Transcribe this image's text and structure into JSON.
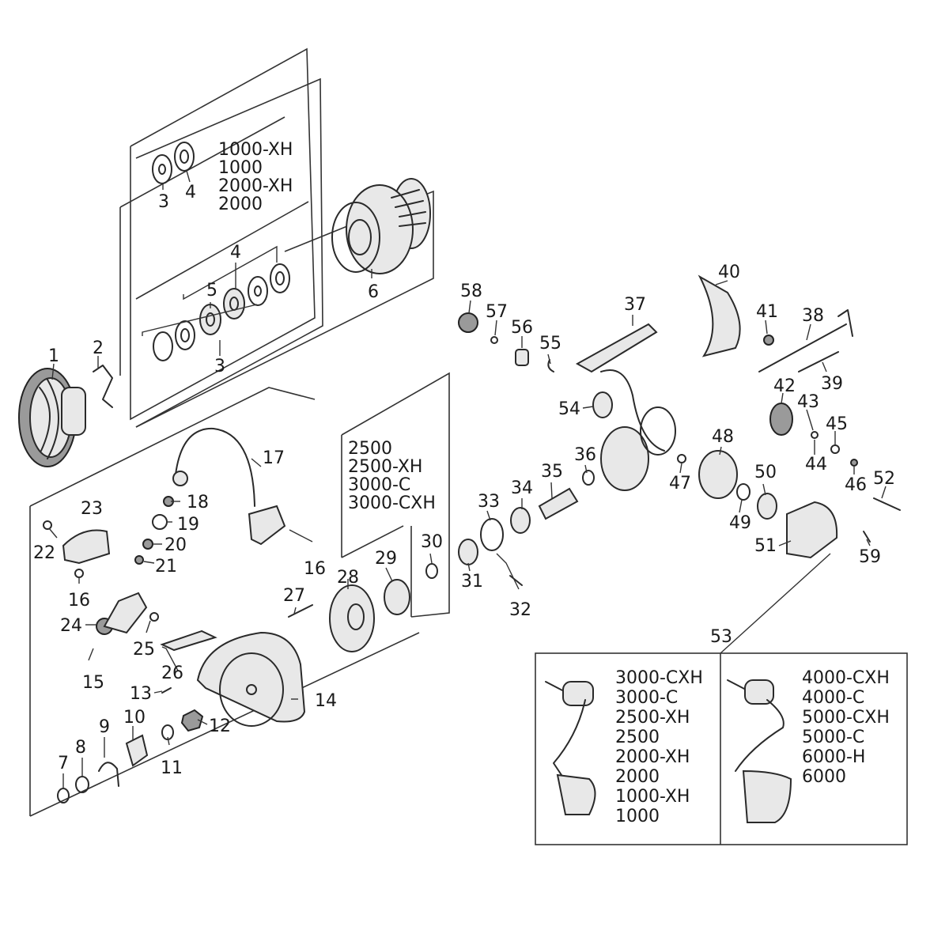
{
  "colors": {
    "line": "#2a2a2a",
    "fill_light": "#e8e8e8",
    "fill_dark": "#9a9a9a",
    "background": "#ffffff"
  },
  "parts": [
    "1",
    "2",
    "3",
    "3",
    "4",
    "4",
    "5",
    "6",
    "7",
    "8",
    "9",
    "10",
    "11",
    "12",
    "13",
    "14",
    "15",
    "16",
    "16",
    "17",
    "18",
    "19",
    "20",
    "21",
    "22",
    "23",
    "24",
    "25",
    "26",
    "27",
    "28",
    "29",
    "30",
    "31",
    "32",
    "33",
    "34",
    "35",
    "36",
    "37",
    "38",
    "39",
    "40",
    "41",
    "42",
    "43",
    "44",
    "45",
    "46",
    "47",
    "48",
    "49",
    "50",
    "51",
    "52",
    "53",
    "54",
    "55",
    "56",
    "57",
    "58",
    "59"
  ],
  "model_groups": {
    "spool_top": [
      "1000-XH",
      "1000",
      "2000-XH",
      "2000"
    ],
    "rotor_mid": [
      "2500",
      "2500-XH",
      "3000-C",
      "3000-CXH"
    ],
    "handle_a": [
      "3000-CXH",
      "3000-C",
      "2500-XH",
      "2500",
      "2000-XH",
      "2000",
      "1000-XH",
      "1000"
    ],
    "handle_b": [
      "4000-CXH",
      "4000-C",
      "5000-CXH",
      "5000-C",
      "6000-H",
      "6000"
    ]
  }
}
